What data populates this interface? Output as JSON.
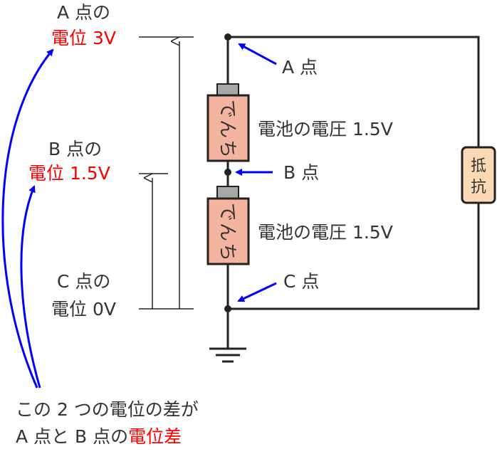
{
  "labels": {
    "a_point_line1": "A 点の",
    "a_point_line2": "電位 3V",
    "b_point_line1": "B 点の",
    "b_point_line2": "電位 1.5V",
    "c_point_line1": "C 点の",
    "c_point_line2": "電位 0V",
    "a_marker": "A 点",
    "b_marker": "B 点",
    "c_marker": "C 点",
    "battery_top_voltage": "電池の電圧 1.5V",
    "battery_bottom_voltage": "電池の電圧 1.5V",
    "note_line1": "この 2 つの電位の差が",
    "note_line2_prefix": "A 点と B 点の",
    "note_line2_highlight": "電位差"
  },
  "battery": {
    "glyph_1": "で",
    "glyph_2": "ん",
    "glyph_3": "ち"
  },
  "resistor": {
    "glyph_1": "抵",
    "glyph_2": "抗"
  },
  "colors": {
    "wire": "#222222",
    "arrow_blue": "#0000ff",
    "highlight_red": "#ff0000",
    "battery_fill": "#f4b4a0",
    "battery_cap": "#a8a8a8",
    "resistor_fill": "#fbd9b4",
    "text": "#333333"
  }
}
